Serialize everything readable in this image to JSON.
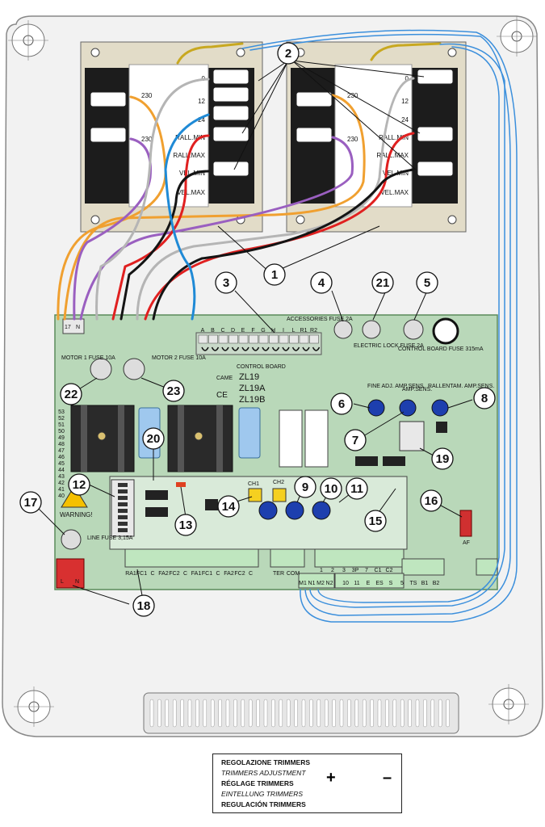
{
  "callouts": [
    "1",
    "2",
    "3",
    "4",
    "21",
    "5",
    "22",
    "23",
    "6",
    "7",
    "8",
    "20",
    "12",
    "13",
    "14",
    "9",
    "10",
    "11",
    "15",
    "16",
    "17",
    "18",
    "19"
  ],
  "transformer_left": {
    "primary_labels": [
      "230",
      "230"
    ],
    "secondary_labels": [
      "0",
      "12",
      "24",
      "RALL.MIN",
      "RALL.MAX",
      "VEL.MIN",
      "VEL.MAX"
    ]
  },
  "transformer_right": {
    "primary_labels": [
      "230",
      "230"
    ],
    "secondary_labels": [
      "0",
      "12",
      "24",
      "RALL.MIN",
      "RALL.MAX",
      "VEL.MIN",
      "VEL.MAX"
    ]
  },
  "board": {
    "accessories_fuse": "ACCESSORIES FUSE 2A",
    "terminal_letters": [
      "A",
      "B",
      "C",
      "D",
      "E",
      "F",
      "G",
      "H",
      "I",
      "L",
      "R1",
      "R2"
    ],
    "electric_lock_fuse": "ELECTRIC LOCK FUSE 2A",
    "control_board_fuse": "CONTROL BOARD FUSE 315mA",
    "motor1_fuse": "MOTOR 1 FUSE 10A",
    "motor2_fuse": "MOTOR 2 FUSE 10A",
    "control_board_label": "CONTROL BOARD",
    "models": [
      "ZL19",
      "ZL19A",
      "ZL19B"
    ],
    "brand": "CAME",
    "ce_mark": "CE",
    "trimmer_labels": [
      "FINE ADJ. AMP.SENS.",
      "AMP.SENS.",
      "RALLENTAM. AMP.SENS."
    ],
    "warning": "WARNING!",
    "line_fuse": "LINE FUSE 3,15A",
    "channels": [
      "CH1",
      "CH2"
    ],
    "af_label": "AF",
    "power_terminals": [
      "L",
      "N"
    ],
    "top_left_terminals": [
      "17",
      "N"
    ],
    "bottom_terminals_left": [
      "RA1",
      "FC1",
      "C",
      "FA2",
      "FC2",
      "C",
      "FA1",
      "FC1",
      "C",
      "FA2",
      "FC2",
      "C"
    ],
    "bottom_terminals_mid": [
      "TER",
      "COM"
    ],
    "bottom_terminals_motor": [
      "M1",
      "N1",
      "M2",
      "N2"
    ],
    "bottom_terminals_right_top": [
      "1",
      "2",
      "3",
      "3P",
      "7",
      "C1",
      "C2"
    ],
    "bottom_terminals_right": [
      "10",
      "11",
      "E",
      "ES",
      "S",
      "5",
      "TS",
      "B1",
      "B2"
    ],
    "side_numbers": [
      "53",
      "52",
      "51",
      "50",
      "49",
      "48",
      "47",
      "46",
      "45",
      "44",
      "43",
      "42",
      "41",
      "40"
    ]
  },
  "legend": {
    "lines": [
      "REGOLAZIONE TRIMMERS",
      "TRIMMERS ADJUSTMENT",
      "RÉGLAGE TRIMMERS",
      "EINTELLUNG TRIMMERS",
      "REGULACIÓN TRIMMERS"
    ],
    "plus": "+",
    "minus": "–"
  },
  "colors": {
    "board": "#b9d8b9",
    "enclosure": "#f0f0f0",
    "wire_orange": "#f0a030",
    "wire_purple": "#9a5fc0",
    "wire_gray": "#b5b5b5",
    "wire_red": "#e02020",
    "wire_black": "#141414",
    "wire_blue": "#1f8ad6",
    "wire_yellow": "#c8a820",
    "antenna_blue": "#3b8fdc"
  }
}
